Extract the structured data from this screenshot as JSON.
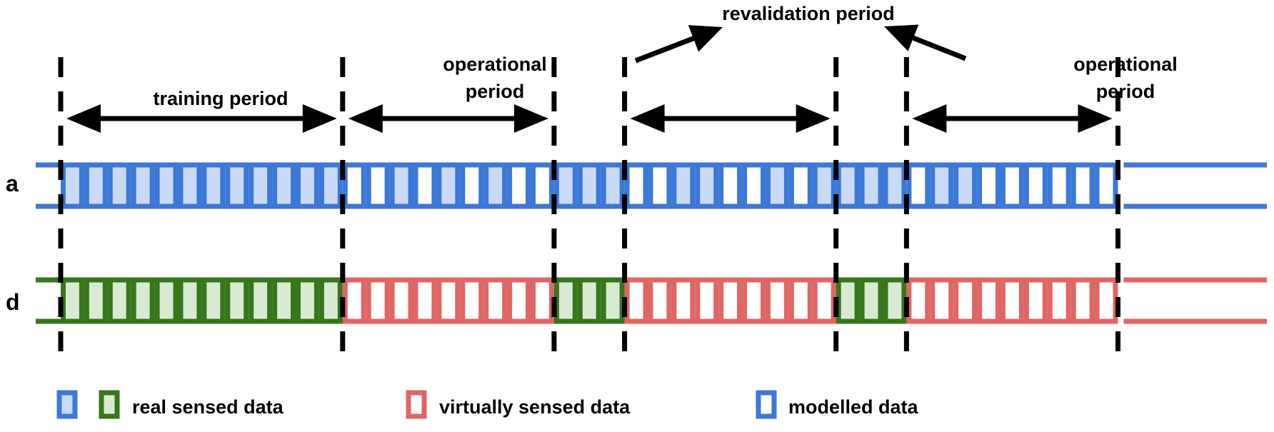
{
  "labels": {
    "training": "training period",
    "operational_left_1": "operational",
    "operational_left_2": "period",
    "operational_right_1": "operational",
    "operational_right_2": "period",
    "revalidation": "revalidation period",
    "row_a": "a",
    "row_d": "d"
  },
  "legend": {
    "real": "real sensed data",
    "virtual": "virtually sensed data",
    "modelled": "modelled data"
  },
  "colors": {
    "blue": "#3c78d8",
    "blue_fill": "#c9daf8",
    "green": "#38761d",
    "green_fill": "#d9ead3",
    "red": "#e06666",
    "black": "#000000"
  },
  "segments": [
    {
      "kind": "real",
      "cells": 12
    },
    {
      "kind": "virtual",
      "cells": 9
    },
    {
      "kind": "real",
      "cells": 3
    },
    {
      "kind": "virtual",
      "cells": 9
    },
    {
      "kind": "real",
      "cells": 3
    },
    {
      "kind": "virtual",
      "cells": 9
    }
  ],
  "row_a_filled": [
    0,
    1,
    2,
    3,
    4,
    5,
    6,
    7,
    8,
    9,
    10,
    11,
    14,
    16,
    18,
    21,
    22,
    23,
    26,
    27,
    30,
    32,
    33,
    34,
    35,
    37,
    38
  ]
}
